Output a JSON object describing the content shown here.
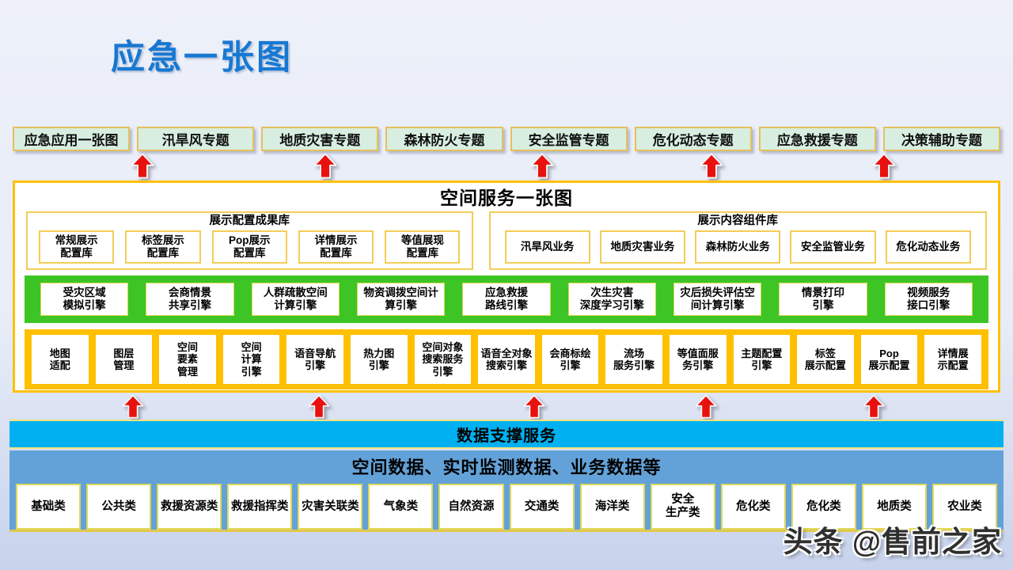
{
  "page": {
    "title": "应急一张图",
    "watermark": "头条 @售前之家"
  },
  "top_row": {
    "items": [
      "应急应用一张图",
      "汛旱风专题",
      "地质灾害专题",
      "森林防火专题",
      "安全监管专题",
      "危化动态专题",
      "应急救援专题",
      "决策辅助专题"
    ]
  },
  "main": {
    "title": "空间服务一张图",
    "config_library": {
      "title": "展示配置成果库",
      "items": [
        "常规展示\n配置库",
        "标签展示\n配置库",
        "Pop展示\n配置库",
        "详情展示\n配置库",
        "等值展现\n配置库"
      ]
    },
    "content_library": {
      "title": "展示内容组件库",
      "items": [
        "汛旱风业务",
        "地质灾害业务",
        "森林防火业务",
        "安全监管业务",
        "危化动态业务"
      ]
    },
    "engine_row": {
      "items": [
        "受灾区域\n模拟引擎",
        "会商情景\n共享引擎",
        "人群疏散空间\n计算引擎",
        "物资调拨空间计\n算引擎",
        "应急救援\n路线引擎",
        "次生灾害\n深度学习引擎",
        "灾后损失评估空\n间计算引擎",
        "情景打印\n引擎",
        "视频服务\n接口引擎"
      ]
    },
    "base_row": {
      "items": [
        "地图\n适配",
        "图层\n管理",
        "空间\n要素\n管理",
        "空间\n计算\n引擎",
        "语音导航\n引擎",
        "热力图\n引擎",
        "空间对象\n搜索服务\n引擎",
        "语音全对象\n搜索引擎",
        "会商标绘\n引擎",
        "流场\n服务引擎",
        "等值面服\n务引擎",
        "主题配置\n引擎",
        "标签\n展示配置",
        "Pop\n展示配置",
        "详情展\n示配置"
      ]
    }
  },
  "data_support": {
    "title": "数据支撑服务"
  },
  "data_layer": {
    "title": "空间数据、实时监测数据、业务数据等",
    "items": [
      "基础类",
      "公共类",
      "救援资源类",
      "救援指挥类",
      "灾害关联类",
      "气象类",
      "自然资源",
      "交通类",
      "海洋类",
      "安全\n生产类",
      "危化类",
      "危化类",
      "地质类",
      "农业类"
    ]
  },
  "colors": {
    "title_blue": "#1778D2",
    "topic_box_green": "#D8EEE0",
    "gold_border": "#FFC000",
    "engine_band_green": "#3CC525",
    "arrow_red": "#E8110E",
    "support_bar_cyan": "#00B0F0",
    "data_layer_blue": "#63A2D8"
  }
}
